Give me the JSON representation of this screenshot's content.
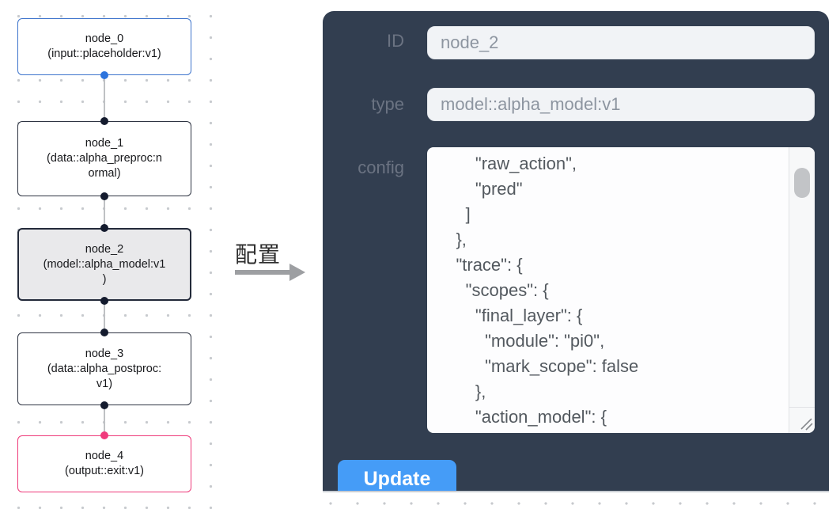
{
  "flow": {
    "nodes": [
      {
        "name": "node_0",
        "type_lines": [
          "(input::placeholder:v1)"
        ],
        "kind": "input"
      },
      {
        "name": "node_1",
        "type_lines": [
          "(data::alpha_preproc:n",
          "ormal)"
        ],
        "kind": "data"
      },
      {
        "name": "node_2",
        "type_lines": [
          "(model::alpha_model:v1",
          ")"
        ],
        "kind": "model",
        "selected": true
      },
      {
        "name": "node_3",
        "type_lines": [
          "(data::alpha_postproc:",
          "v1)"
        ],
        "kind": "data"
      },
      {
        "name": "node_4",
        "type_lines": [
          "(output::exit:v1)"
        ],
        "kind": "output"
      }
    ]
  },
  "transfer": {
    "label": "配置"
  },
  "panel": {
    "id_label": "ID",
    "id_value": "node_2",
    "type_label": "type",
    "type_value": "model::alpha_model:v1",
    "config_label": "config",
    "config_lines": [
      "        \"raw_action\",",
      "        \"pred\"",
      "      ]",
      "    },",
      "    \"trace\": {",
      "      \"scopes\": {",
      "        \"final_layer\": {",
      "          \"module\": \"pi0\",",
      "          \"mark_scope\": false",
      "        },",
      "        \"action_model\": {"
    ],
    "update_label": "Update"
  },
  "colors": {
    "input_node_accent": "#3d74cc",
    "output_node_accent": "#ee3a7a",
    "node_border": "#2e3442",
    "selected_node_bg": "#e9e9eb",
    "edge_dot": "#141b2e",
    "edge_line": "#bfc1c4",
    "panel_bg": "#323e50",
    "field_bg": "#f1f3f6",
    "update_button_bg": "#459cf7"
  }
}
